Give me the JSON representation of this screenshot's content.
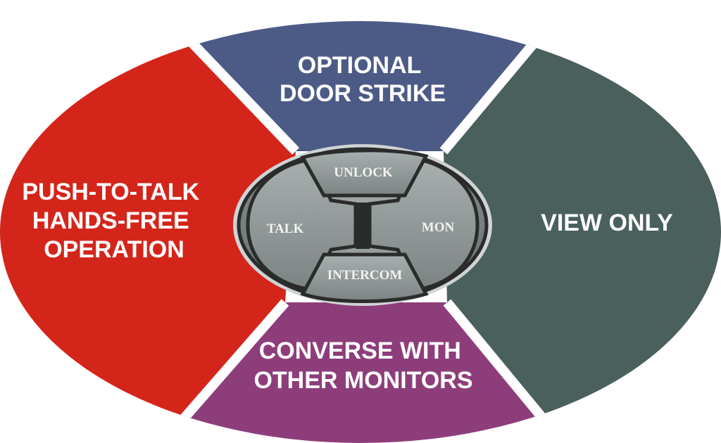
{
  "colors": {
    "top": "#4c5a86",
    "left": "#d4251b",
    "right": "#49605c",
    "bottom": "#8e3d7b",
    "keypad": "#8b9393",
    "keypad_border": "#2a2c2c"
  },
  "segments": {
    "top": {
      "lines": [
        "OPTIONAL",
        "DOOR STRIKE"
      ]
    },
    "left": {
      "lines": [
        "PUSH-TO-TALK",
        "HANDS-FREE",
        "OPERATION"
      ]
    },
    "right": {
      "lines": [
        "VIEW ONLY"
      ]
    },
    "bottom": {
      "lines": [
        "CONVERSE WITH",
        "OTHER MONITORS"
      ]
    }
  },
  "keypad": {
    "buttons": {
      "unlock": "UNLOCK",
      "talk": "TALK",
      "mon": "MON",
      "intercom": "INTERCOM"
    }
  }
}
